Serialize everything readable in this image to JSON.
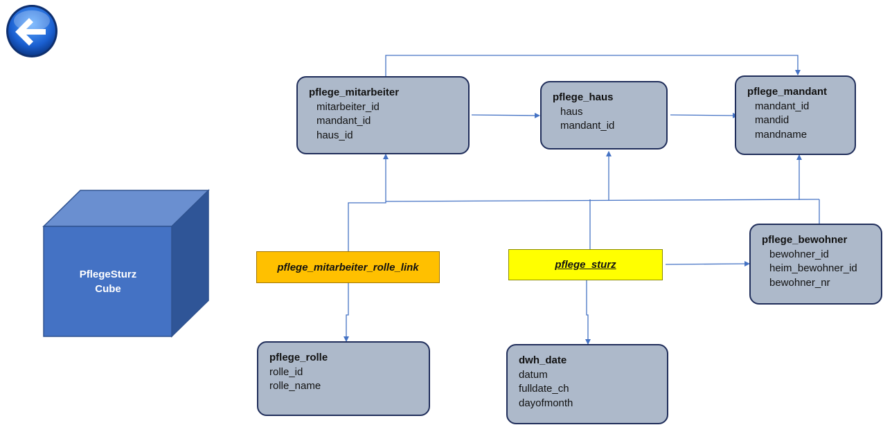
{
  "nav": {
    "back_icon": "back-arrow-icon"
  },
  "cube": {
    "line1": "PflegeSturz",
    "line2": "Cube"
  },
  "tables": {
    "mitarbeiter": {
      "name": "pflege_mitarbeiter",
      "fields": [
        "mitarbeiter_id",
        "mandant_id",
        "haus_id"
      ]
    },
    "haus": {
      "name": "pflege_haus",
      "fields": [
        "haus",
        "mandant_id"
      ]
    },
    "mandant": {
      "name": "pflege_mandant",
      "fields": [
        "mandant_id",
        "mandid",
        "mandname"
      ]
    },
    "bewohner": {
      "name": "pflege_bewohner",
      "fields": [
        "bewohner_id",
        "heim_bewohner_id",
        "bewohner_nr"
      ]
    },
    "rolle": {
      "name": "pflege_rolle",
      "fields": [
        "rolle_id",
        "rolle_name"
      ]
    },
    "dwh_date": {
      "name": "dwh_date",
      "fields": [
        "datum",
        "fulldate_ch",
        "dayofmonth"
      ]
    }
  },
  "facts": {
    "link": "pflege_mitarbeiter_rolle_link",
    "sturz": "pflege_sturz"
  },
  "colors": {
    "table_fill": "#adb9ca",
    "table_border": "#1f2d5a",
    "link_fill": "#ffc000",
    "sturz_fill": "#ffff00",
    "connector": "#4472c4",
    "cube_front": "#4472c4"
  }
}
